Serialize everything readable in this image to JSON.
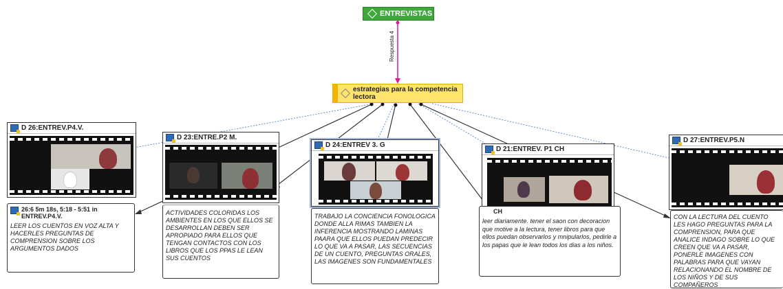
{
  "root": {
    "label": "ENTREVISTAS"
  },
  "relation": {
    "label": "Respuesta 4",
    "color": "#e0189a"
  },
  "code": {
    "label_line1": "estrategias para la competencia",
    "label_line2": "lectora"
  },
  "documents": [
    {
      "id": "d26",
      "title": "D 26:ENTREV.P4.V."
    },
    {
      "id": "d23",
      "title": "D 23:ENTRE.P2 M."
    },
    {
      "id": "d24",
      "title": "D 24:ENTREV 3. G"
    },
    {
      "id": "d21",
      "title": "D 21:ENTREV. P1 CH"
    },
    {
      "id": "d27",
      "title": "D 27:ENTREV.P5.N"
    }
  ],
  "quotes": [
    {
      "id": "q26",
      "header_line1": "26:6 5m 18s, 5:18 - 5:51 in",
      "header_line2": "ENTREV.P4.V.",
      "text": "LEER LOS CUENTOS EN VOZ ALTA Y HACERLES PREGUNTAS DE COMPRENSION SOBRE LOS ARGUMENTOS DADOS"
    },
    {
      "id": "q23",
      "text": "ACTIVIDADES COLORIDAS LOS AMBIENTES EN LOS QUE ELLOS SE DESARROLLAN DEBEN SER APROPIADO PARA ELLOS QUE TENGAN CONTACTOS CON LOS LIBROS QUE LOS PPAS LE LEAN SUS CUENTOS"
    },
    {
      "id": "q24",
      "text": "TRABAJO LA CONCIENCIA FONOLOGICA DONDE ALLA RIMAS TAMBIEN LA INFERENCIA MOSTRANDO LAMINAS PAARA QUE ELLOS PUEDAN PREDECIR LO QUE VA A PASAR, LAS SECUENCIAS DE UN CUENTO, PREGUNTAS ORALES, LAS IMAGENES SON FUNDAMENTALES"
    },
    {
      "id": "q21",
      "header_partial": "CH",
      "text": "leer diariamente. tener el saon con decoracion que motive a la lectura, tener libros para que ellos puedan observarlos y mnipularlos, pedirle a los papas que le lean todos los dias a los niños."
    },
    {
      "id": "q27",
      "text": "CON LA LECTURA DEL CUENTO LES HAGO PREGUNTAS PARA LA COMPRENSION, PARA QUE ANALICE INDAGO SOBRE LO QUE CREEN QUE VA A PASAR, PONERLE IMAGENES CON PALABRAS PARA QUE VAYAN RELACIONANDO EL NOMBRE DE LOS NIÑOS Y DE SUS COMPAÑEROS"
    }
  ],
  "colors": {
    "root": "#3ea83a",
    "code": "#ffe36b",
    "code_accent": "#f0b400",
    "dotted_link": "#5b8fd0"
  }
}
